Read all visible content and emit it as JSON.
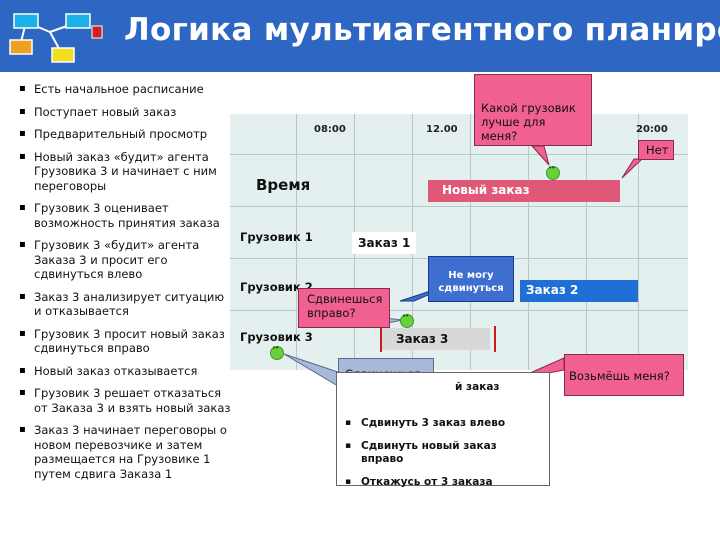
{
  "header": {
    "title": "Логика мультиагентного планирования",
    "logo_icon": "network-diagram-icon",
    "background": "#2e66c4"
  },
  "bullets": [
    "Есть начальное расписание",
    "Поступает новый заказ",
    "Предварительный просмотр",
    "Новый заказ «будит» агента Грузовика 3 и начинает с ним переговоры",
    "Грузовик 3 оценивает возможность принятия заказа",
    "Грузовик 3 «будит» агента Заказа 3 и просит его сдвинуться влево",
    "Заказ 3 анализирует ситуацию и отказывается",
    "Грузовик 3 просит новый заказ сдвинуться вправо",
    "Новый заказ отказывается",
    "Грузовик 3 решает отказаться от Заказа 3 и взять новый заказ",
    "Заказ 3 начинает переговоры о новом перевозчике и затем размещается на Грузовике 1 путем сдвига Заказа 1"
  ],
  "schedule": {
    "time_label": "Время",
    "ticks": [
      "08:00",
      "12.00",
      "20:00"
    ],
    "rows": [
      "Грузовик 1",
      "Грузовик 2",
      "Грузовик 3"
    ],
    "orders": {
      "new": "Новый заказ",
      "order1": "Заказ 1",
      "order2": "Заказ 2",
      "order3": "Заказ 3"
    }
  },
  "callouts": {
    "which_truck": "Какой грузовик лучше для меня?",
    "no": "Нет",
    "cant_move": "Не могу сдвинуться",
    "move_right": "Сдвинешься вправо?",
    "move_left": "Сдвинешься влево?",
    "take_me": "Возьмёшь меня?"
  },
  "options": {
    "header": "й заказ",
    "items": [
      "Сдвинуть 3 заказ влево",
      "Сдвинуть новый заказ вправо",
      "Откажусь от 3 заказа"
    ]
  },
  "colors": {
    "callout_pink": "#f06090",
    "new_order": "#e05878",
    "order2": "#1f6fd6",
    "agent_smiley": "#6ad03a"
  }
}
